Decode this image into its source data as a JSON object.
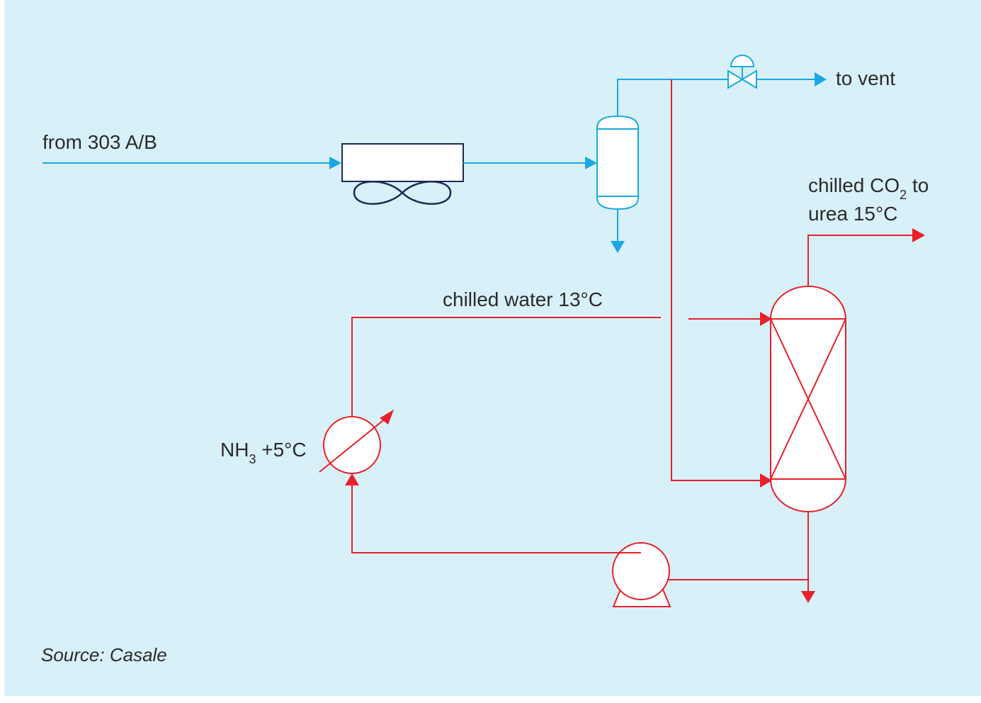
{
  "colors": {
    "background": "#d8f0f8",
    "gas_line": "#1ba8e0",
    "liquid_line": "#e8202a",
    "equipment_fill": "#ffffff",
    "fan": "#1b2a55"
  },
  "labels": {
    "from_source": "from 303 A/B",
    "to_vent": "to vent",
    "chilled_co2_line1_prefix": "chilled CO",
    "chilled_co2_subscript": "2",
    "chilled_co2_line1_suffix": " to",
    "chilled_co2_line2": "urea 15°C",
    "chilled_water": "chilled water 13°C",
    "nh3_prefix": "NH",
    "nh3_subscript": "3",
    "nh3_suffix": " +5°C",
    "source": "Source: Casale"
  },
  "icons": {
    "air_cooler": "air-cooler-icon",
    "fan": "fan-icon",
    "separator": "knockout-drum-icon",
    "control_valve": "control-valve-icon",
    "column": "packed-column-icon",
    "heat_exchanger": "heat-exchanger-icon",
    "pump": "centrifugal-pump-icon"
  }
}
